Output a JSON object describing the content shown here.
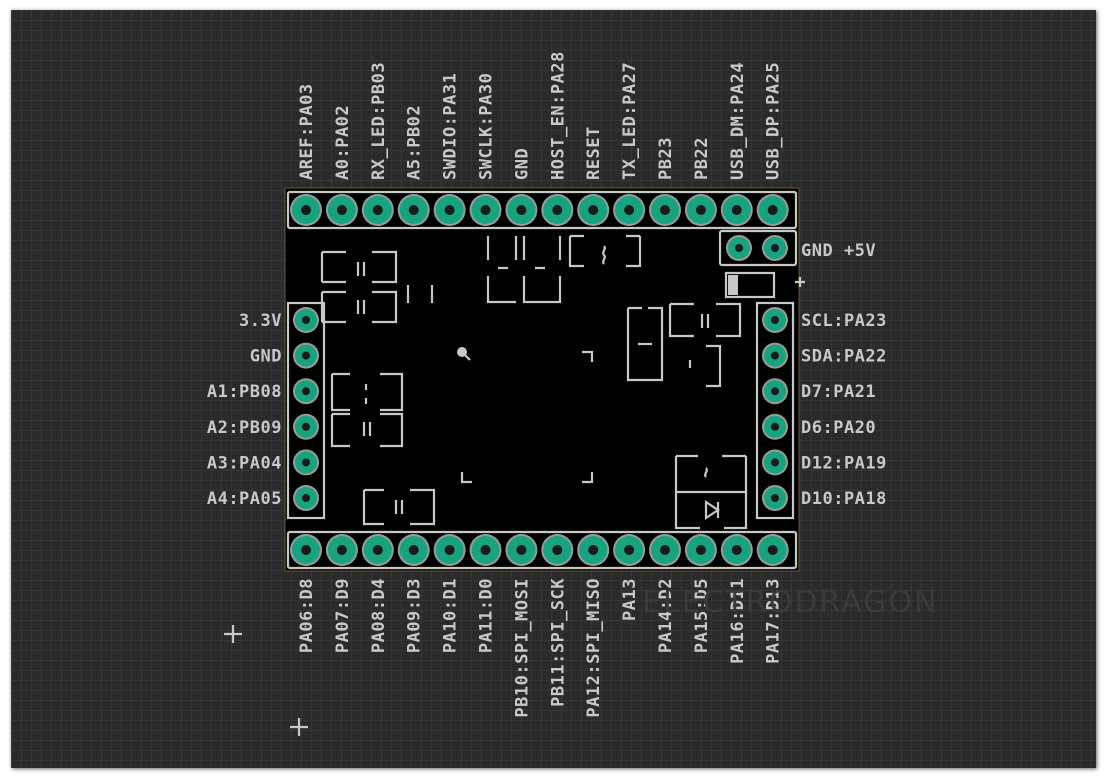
{
  "board": {
    "top_pins": [
      "AREF:PA03",
      "A0:PA02",
      "RX_LED:PB03",
      "A5:PB02",
      "SWDIO:PA31",
      "SWCLK:PA30",
      "GND",
      "HOST_EN:PA28",
      "RESET",
      "TX_LED:PA27",
      "PB23",
      "PB22",
      "USB_DM:PA24",
      "USB_DP:PA25"
    ],
    "bottom_pins": [
      "PA06:D8",
      "PA07:D9",
      "PA08:D4",
      "PA09:D3",
      "PA10:D1",
      "PA11:D0",
      "PB10:SPI_MOSI",
      "PB11:SPI_SCK",
      "PA12:SPI_MISO",
      "PA13",
      "PA14:D2",
      "PA15:D5",
      "PA16:D11",
      "PA17:D13"
    ],
    "left_pins": [
      "3.3V",
      "GND",
      "A1:PB08",
      "A2:PB09",
      "A3:PA04",
      "A4:PA05"
    ],
    "right_pins": [
      "SCL:PA23",
      "SDA:PA22",
      "D7:PA21",
      "D6:PA20",
      "D12:PA19",
      "D10:PA18"
    ],
    "power_pins_label": "GND +5V",
    "watermark": "ELECTRODRAGON"
  },
  "colors": {
    "background": "#2a2a2a",
    "board": "#000000",
    "pad": "#17a37f",
    "silkscreen": "#c8c8c8"
  }
}
